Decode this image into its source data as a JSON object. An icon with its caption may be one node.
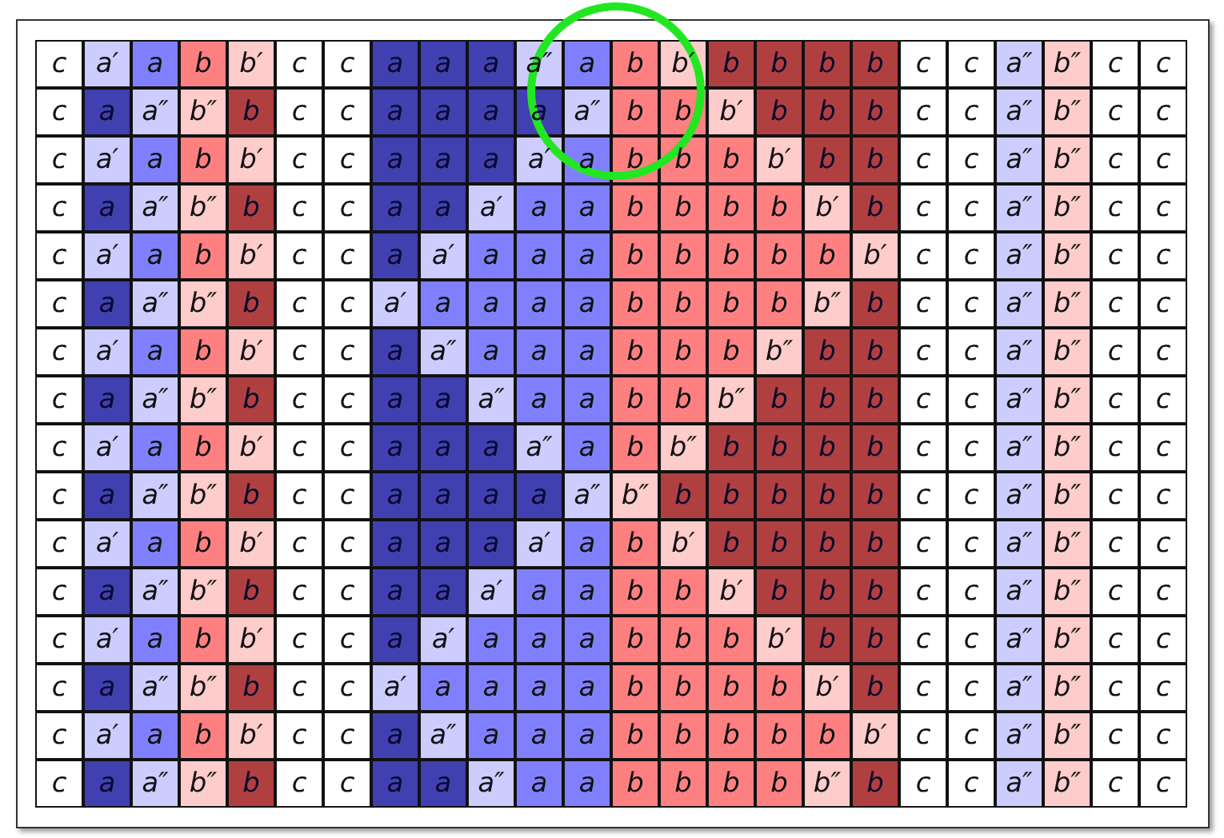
{
  "diagram": {
    "labels": [
      "c",
      "a′",
      "a",
      "b",
      "b′",
      "c",
      "c",
      "a",
      "a",
      "a",
      "a″",
      "a",
      "b",
      "b′",
      "b",
      "b",
      "b",
      "b",
      "c",
      "c",
      "a″",
      "b″",
      "c",
      "c",
      "c",
      "a",
      "a″",
      "b″",
      "b",
      "c",
      "c",
      "a",
      "a",
      "a",
      "a",
      "a″",
      "b",
      "b",
      "b′",
      "b",
      "b",
      "b",
      "c",
      "c",
      "a″",
      "b″",
      "c",
      "c",
      "c",
      "a′",
      "a",
      "b",
      "b′",
      "c",
      "c",
      "a",
      "a",
      "a",
      "a′",
      "a",
      "b",
      "b",
      "b",
      "b′",
      "b",
      "b",
      "c",
      "c",
      "a″",
      "b″",
      "c",
      "c",
      "c",
      "a",
      "a″",
      "b″",
      "b",
      "c",
      "c",
      "a",
      "a",
      "a′",
      "a",
      "a",
      "b",
      "b",
      "b",
      "b",
      "b′",
      "b",
      "c",
      "c",
      "a″",
      "b″",
      "c",
      "c",
      "c",
      "a′",
      "a",
      "b",
      "b′",
      "c",
      "c",
      "a",
      "a′",
      "a",
      "a",
      "a",
      "b",
      "b",
      "b",
      "b",
      "b",
      "b′",
      "c",
      "c",
      "a″",
      "b″",
      "c",
      "c",
      "c",
      "a",
      "a″",
      "b″",
      "b",
      "c",
      "c",
      "a′",
      "a",
      "a",
      "a",
      "a",
      "b",
      "b",
      "b",
      "b",
      "b″",
      "b",
      "c",
      "c",
      "a″",
      "b″",
      "c",
      "c",
      "c",
      "a′",
      "a",
      "b",
      "b′",
      "c",
      "c",
      "a",
      "a″",
      "a",
      "a",
      "a",
      "b",
      "b",
      "b",
      "b″",
      "b",
      "b",
      "c",
      "c",
      "a″",
      "b″",
      "c",
      "c",
      "c",
      "a",
      "a″",
      "b″",
      "b",
      "c",
      "c",
      "a",
      "a",
      "a″",
      "a",
      "a",
      "b",
      "b",
      "b″",
      "b",
      "b",
      "b",
      "c",
      "c",
      "a″",
      "b″",
      "c",
      "c",
      "c",
      "a′",
      "a",
      "b",
      "b′",
      "c",
      "c",
      "a",
      "a",
      "a",
      "a″",
      "a",
      "b",
      "b″",
      "b",
      "b",
      "b",
      "b",
      "c",
      "c",
      "a″",
      "b″",
      "c",
      "c",
      "c",
      "a",
      "a″",
      "b″",
      "b",
      "c",
      "c",
      "a",
      "a",
      "a",
      "a",
      "a″",
      "b″",
      "b",
      "b",
      "b",
      "b",
      "b",
      "c",
      "c",
      "a″",
      "b″",
      "c",
      "c",
      "c",
      "a′",
      "a",
      "b",
      "b′",
      "c",
      "c",
      "a",
      "a",
      "a",
      "a′",
      "a",
      "b",
      "b′",
      "b",
      "b",
      "b",
      "b",
      "c",
      "c",
      "a″",
      "b″",
      "c",
      "c",
      "c",
      "a",
      "a″",
      "b″",
      "b",
      "c",
      "c",
      "a",
      "a",
      "a′",
      "a",
      "a",
      "b",
      "b",
      "b′",
      "b",
      "b",
      "b",
      "c",
      "c",
      "a″",
      "b″",
      "c",
      "c",
      "c",
      "a′",
      "a",
      "b",
      "b′",
      "c",
      "c",
      "a",
      "a′",
      "a",
      "a",
      "a",
      "b",
      "b",
      "b",
      "b′",
      "b",
      "b",
      "c",
      "c",
      "a″",
      "b″",
      "c",
      "c",
      "c",
      "a",
      "a″",
      "b″",
      "b",
      "c",
      "c",
      "a′",
      "a",
      "a",
      "a",
      "a",
      "b",
      "b",
      "b",
      "b",
      "b′",
      "b",
      "c",
      "c",
      "a″",
      "b″",
      "c",
      "c",
      "c",
      "a′",
      "a",
      "b",
      "b′",
      "c",
      "c",
      "a",
      "a″",
      "a",
      "a",
      "a",
      "b",
      "b",
      "b",
      "b",
      "b",
      "b′",
      "c",
      "c",
      "a″",
      "b″",
      "c",
      "c",
      "c",
      "a",
      "a″",
      "b″",
      "b",
      "c",
      "c",
      "a",
      "a",
      "a″",
      "a",
      "a",
      "b",
      "b",
      "b",
      "b",
      "b″",
      "b",
      "c",
      "c",
      "a″",
      "b″",
      "c",
      "c"
    ]
  }
}
